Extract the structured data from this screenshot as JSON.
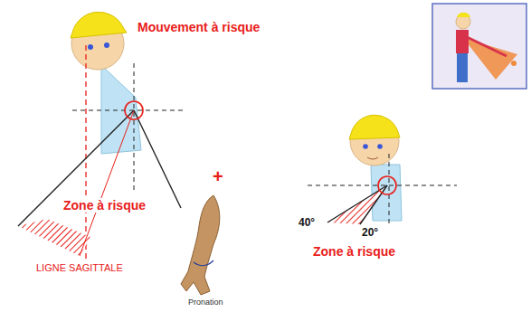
{
  "diagram": {
    "title": "Mouvement à risque",
    "labels": [
      "Zone à risque",
      "LIGNE SAGITTALE",
      "+",
      "Pronation",
      "40°",
      "20°",
      "Zone à risque"
    ]
  }
}
